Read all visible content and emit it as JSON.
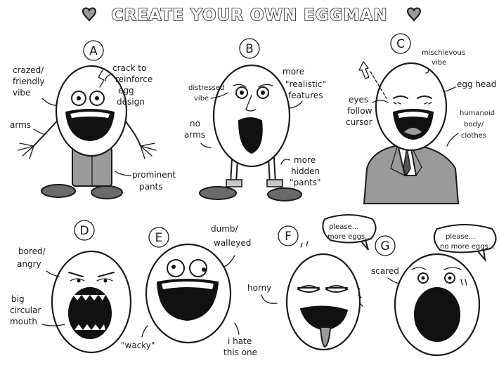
{
  "title": "CREATE YOUR OWN EGGMAN",
  "heart_icon": "heart-icon",
  "variants": {
    "A": {
      "letter": "A",
      "notes": {
        "vibe": [
          "crazed/",
          "friendly",
          "vibe"
        ],
        "crack": [
          "crack to",
          "reinforce",
          "egg",
          "design"
        ],
        "arms": "arms",
        "pants": [
          "prominent",
          "pants"
        ]
      }
    },
    "B": {
      "letter": "B",
      "notes": {
        "distressed": [
          "distressed",
          "vibe"
        ],
        "realistic": [
          "more",
          "\"realistic\"",
          "features"
        ],
        "no_arms": [
          "no",
          "arms"
        ],
        "hidden": [
          "more",
          "hidden",
          "\"pants\""
        ]
      }
    },
    "C": {
      "letter": "C",
      "notes": {
        "mischievous": [
          "mischievous",
          "vibe"
        ],
        "egg_head": "egg head",
        "eyes": [
          "eyes",
          "follow",
          "cursor"
        ],
        "humanoid": [
          "humanoid",
          "body/",
          "clothes"
        ]
      }
    },
    "D": {
      "letter": "D",
      "notes": {
        "bored": [
          "bored/",
          "angry"
        ],
        "mouth": [
          "big",
          "circular",
          "mouth"
        ]
      }
    },
    "E": {
      "letter": "E",
      "notes": {
        "dumb": [
          "dumb/",
          "walleyed"
        ],
        "wacky": "\"wacky\"",
        "hate": [
          "i hate",
          "this one"
        ]
      }
    },
    "F": {
      "letter": "F",
      "notes": {
        "horny": "horny",
        "bubble": [
          "please...",
          "more eggs..."
        ]
      }
    },
    "G": {
      "letter": "G",
      "notes": {
        "scared": "scared",
        "bubble": [
          "please...",
          "no more eggs..."
        ]
      }
    }
  }
}
